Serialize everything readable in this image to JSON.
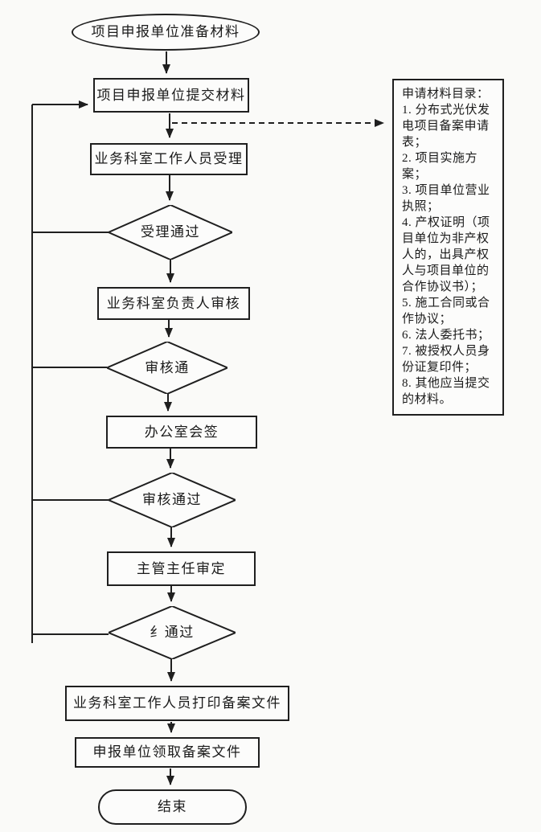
{
  "flowchart": {
    "start": "项目申报单位准备材料",
    "submit": "项目申报单位提交材料",
    "accept": "业务科室工作人员受理",
    "decision_accept": "受理通过",
    "review_chief": "业务科室负责人审核",
    "decision_review1": "审核通",
    "countersign": "办公室会签",
    "decision_review2": "审核通过",
    "director_approve": "主管主任审定",
    "decision_final": "纟通过",
    "print_docs": "业务科室工作人员打印备案文件",
    "receive_docs": "申报单位领取备案文件",
    "end": "结束"
  },
  "materials": {
    "title": "申请材料目录：",
    "items": [
      "1. 分布式光伏发电项目备案申请表；",
      "2. 项目实施方案；",
      "3. 项目单位营业执照；",
      "4. 产权证明（项目单位为非产权人的，出具产权人与项目单位的合作协议书）；",
      "5. 施工合同或合作协议；",
      "6. 法人委托书；",
      "7. 被授权人员身份证复印件；",
      "8. 其他应当提交的材料。"
    ]
  },
  "colors": {
    "line": "#1f1f1f",
    "background": "#fafaf8",
    "node_fill": "#fcfcfb"
  }
}
